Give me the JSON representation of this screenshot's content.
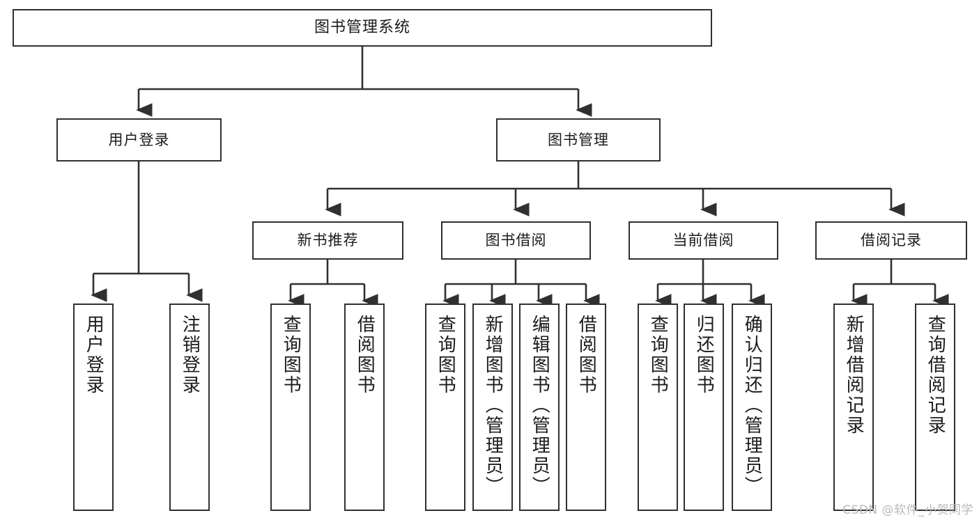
{
  "diagram": {
    "title": "图书管理系统",
    "type": "tree",
    "watermark": "CSDN @软件_小贺同学",
    "line_color": "#303030",
    "box_fill": "#ffffff",
    "text_color": "#1b1b1b",
    "levels": {
      "root": {
        "label": "图书管理系统"
      },
      "level2": [
        {
          "id": "user-login",
          "label": "用户登录"
        },
        {
          "id": "book-management",
          "label": "图书管理"
        }
      ],
      "level3": [
        {
          "id": "new-book-recommend",
          "label": "新书推荐",
          "parent": "book-management"
        },
        {
          "id": "book-borrow",
          "label": "图书借阅",
          "parent": "book-management"
        },
        {
          "id": "current-borrow",
          "label": "当前借阅",
          "parent": "book-management"
        },
        {
          "id": "borrow-record",
          "label": "借阅记录",
          "parent": "book-management"
        }
      ],
      "leaves": [
        {
          "id": "leaf-user-login",
          "label": "用户登录",
          "parent": "user-login"
        },
        {
          "id": "leaf-logout",
          "label": "注销登录",
          "parent": "user-login"
        },
        {
          "id": "leaf-query-book-1",
          "label": "查询图书",
          "parent": "new-book-recommend"
        },
        {
          "id": "leaf-borrow-book-1",
          "label": "借阅图书",
          "parent": "new-book-recommend"
        },
        {
          "id": "leaf-query-book-2",
          "label": "查询图书",
          "parent": "book-borrow"
        },
        {
          "id": "leaf-add-book",
          "label": "新增图书（管理员）",
          "parent": "book-borrow"
        },
        {
          "id": "leaf-edit-book",
          "label": "编辑图书（管理员）",
          "parent": "book-borrow"
        },
        {
          "id": "leaf-borrow-book-2",
          "label": "借阅图书",
          "parent": "book-borrow"
        },
        {
          "id": "leaf-query-book-3",
          "label": "查询图书",
          "parent": "current-borrow"
        },
        {
          "id": "leaf-return-book",
          "label": "归还图书",
          "parent": "current-borrow"
        },
        {
          "id": "leaf-confirm-return",
          "label": "确认归还（管理员）",
          "parent": "current-borrow"
        },
        {
          "id": "leaf-add-record",
          "label": "新增借阅记录",
          "parent": "borrow-record"
        },
        {
          "id": "leaf-query-record",
          "label": "查询借阅记录",
          "parent": "borrow-record"
        }
      ]
    }
  }
}
